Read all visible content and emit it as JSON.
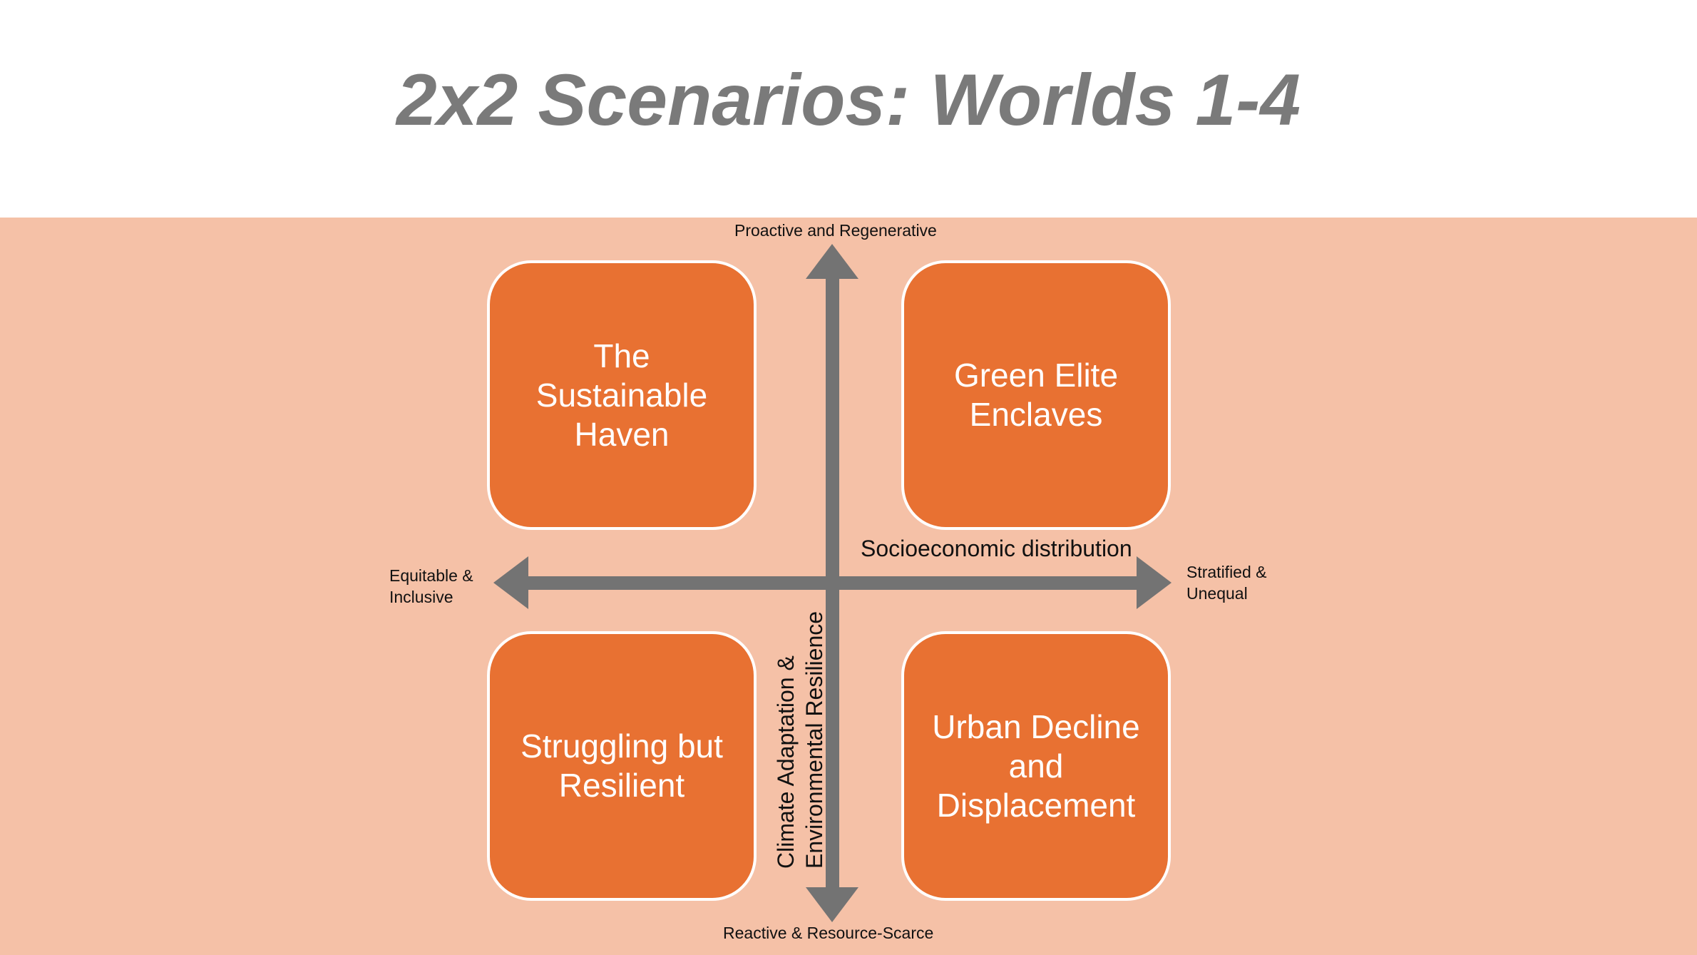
{
  "slide": {
    "title": "2x2 Scenarios: Worlds 1-4",
    "colors": {
      "title": "#7a7a7a",
      "panel_background": "#f5c1a7",
      "box_fill": "#e87132",
      "box_text": "#ffffff",
      "axis_color": "#737373"
    }
  },
  "axes": {
    "vertical": {
      "top_label": "Proactive and Regenerative",
      "bottom_label": "Reactive & Resource-Scarce",
      "title_line1": "Climate Adaptation &",
      "title_line2": "Environmental Resilience"
    },
    "horizontal": {
      "left_label_line1": "Equitable &",
      "left_label_line2": "Inclusive",
      "right_label_line1": "Stratified &",
      "right_label_line2": "Unequal",
      "title": "Socioeconomic distribution"
    }
  },
  "quadrants": {
    "top_left": "The Sustainable Haven",
    "top_right": "Green Elite Enclaves",
    "bottom_left": "Struggling but Resilient",
    "bottom_right": "Urban Decline and Displacement"
  }
}
